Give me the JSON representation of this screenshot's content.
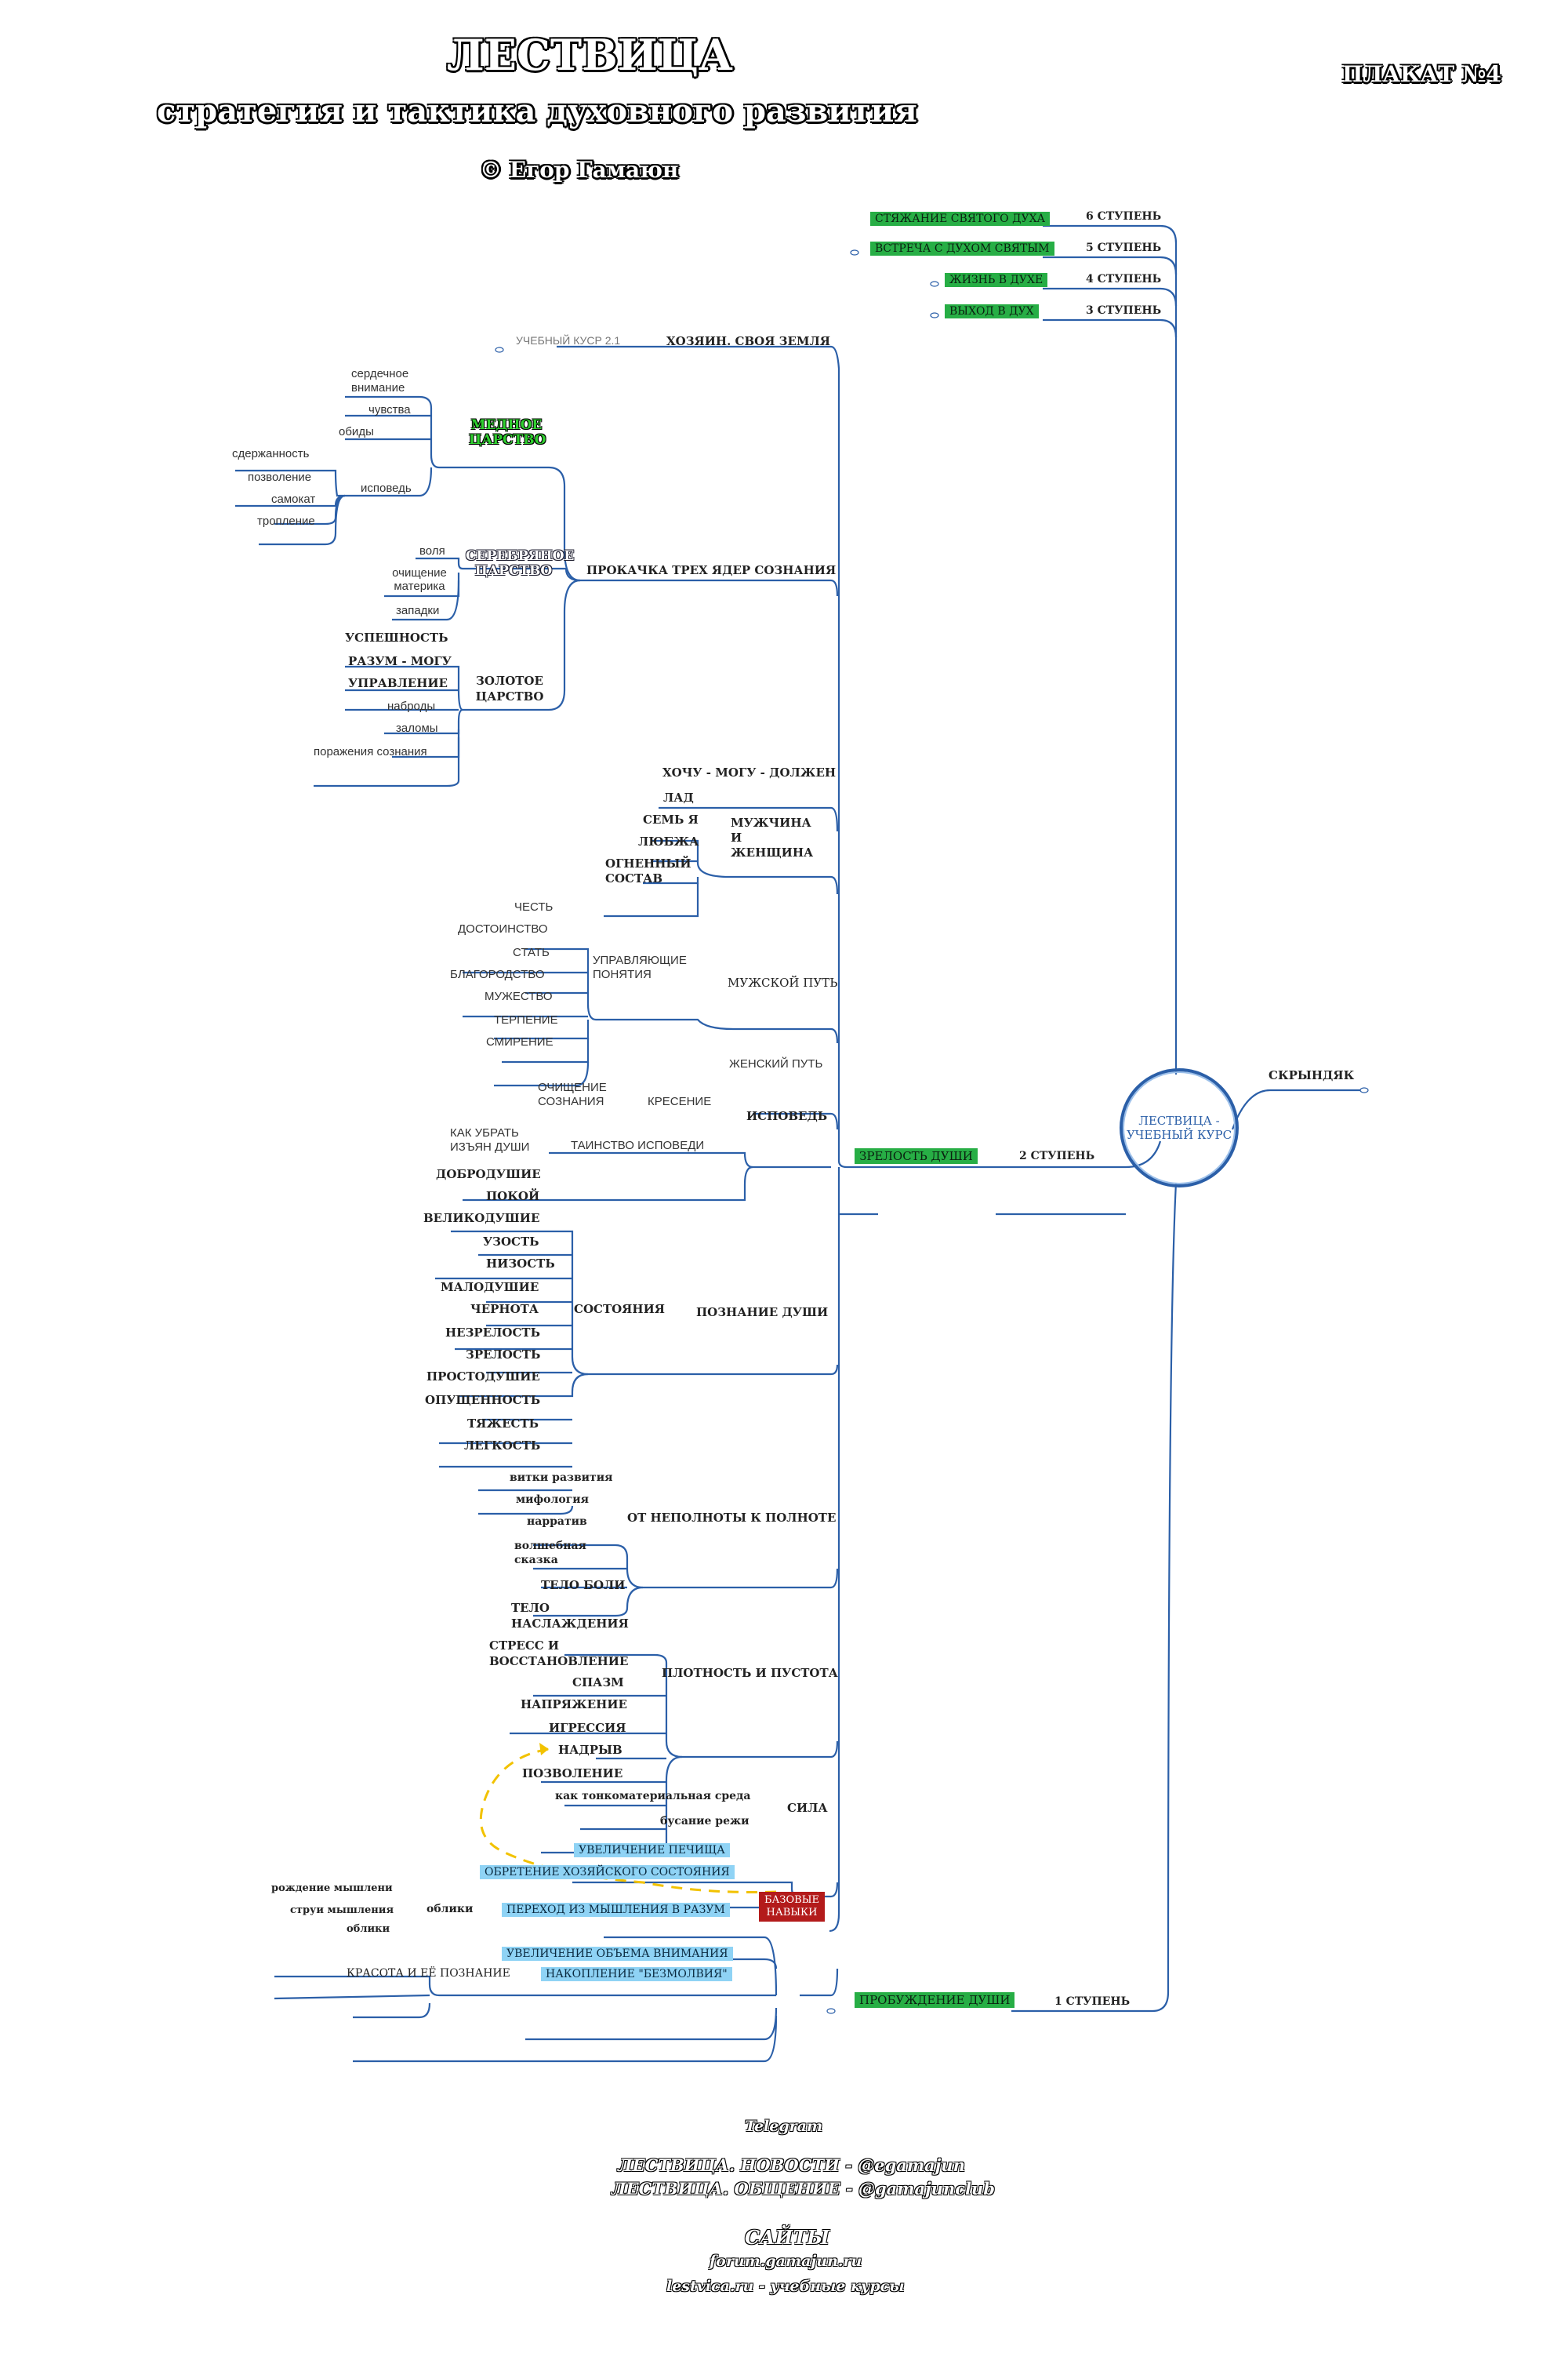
{
  "header": {
    "title": "ЛЕСТВИЦА",
    "subtitle": "стратегия и тактика духовного развития",
    "author": "© Егор Гамаюн",
    "poster_number": "ПЛАКАТ №4"
  },
  "center_node": "ЛЕСТВИЦА - УЧЕБНЫЙ КУРС",
  "right_branch": "СКРЫНДЯК",
  "steps": {
    "step6": {
      "label": "6 СТУПЕНЬ",
      "item": "СТЯЖАНИЕ СВЯТОГО ДУХА"
    },
    "step5": {
      "label": "5 СТУПЕНЬ",
      "item": "ВСТРЕЧА С ДУХОМ СВЯТЫМ"
    },
    "step4": {
      "label": "4 СТУПЕНЬ",
      "item": "ЖИЗНЬ В ДУХЕ"
    },
    "step3": {
      "label": "3 СТУПЕНЬ",
      "item": "ВЫХОД В ДУХ"
    },
    "step2": {
      "label": "2 СТУПЕНЬ",
      "item": "ЗРЕЛОСТЬ ДУШИ"
    },
    "step1": {
      "label": "1 СТУПЕНЬ",
      "item": "ПРОБУЖДЕНИЕ ДУШИ"
    }
  },
  "branches": {
    "master": {
      "label": "ХОЗЯИН. СВОЯ ЗЕМЛЯ",
      "link": "УЧЕБНЫЙ КУСР 2.1"
    },
    "cores": {
      "label": "ПРОКАЧКА ТРЕХ ЯДЕР СОЗНАНИЯ",
      "copper": {
        "label": "МЕДНОЕ ЦАРСТВО",
        "items": [
          "сердечное внимание",
          "чувства",
          "обиды",
          "исповедь"
        ],
        "confession": [
          "сдержанность",
          "позволение",
          "самокат",
          "тропление"
        ]
      },
      "silver": {
        "label": "СЕРЕБРЯНОЕ ЦАРСТВО",
        "items": [
          "воля",
          "очищение материка",
          "западки"
        ]
      },
      "gold": {
        "label": "ЗОЛОТОЕ ЦАРСТВО",
        "items": [
          "УСПЕШНОСТЬ",
          "РАЗУМ - МОГУ",
          "УПРАВЛЕНИЕ",
          "наброды",
          "заломы",
          "поражения сознания"
        ]
      }
    },
    "want": "ХОЧУ - МОГУ - ДОЛЖЕН",
    "manwoman": {
      "label": "МУЖЧИНА И ЖЕНЩИНА",
      "items": [
        "ЛАД",
        "СЕМЬ Я",
        "ЛЮБЖА",
        "ОГНЕННЫЙ СОСТАВ"
      ]
    },
    "malepath": {
      "label": "МУЖСКОЙ ПУТЬ",
      "sub": "УПРАВЛЯЮЩИЕ ПОНЯТИЯ",
      "items": [
        "ЧЕСТЬ",
        "ДОСТОИНСТВО",
        "СТАТЬ",
        "БЛАГОРОДСТВО",
        "МУЖЕСТВО",
        "ТЕРПЕНИЕ",
        "СМИРЕНИЕ"
      ]
    },
    "femalepath": "ЖЕНСКИЙ ПУТЬ",
    "confession": {
      "label": "ИСПОВЕДЬ",
      "kreseniye": "КРЕСЕНИЕ",
      "kreseniye_sub": "ОЧИЩЕНИЕ СОЗНАНИЯ",
      "sacrament": "ТАИНСТВО ИСПОВЕДИ",
      "sacrament_sub": "КАК УБРАТЬ ИЗЪЯН ДУШИ"
    },
    "soul": {
      "label": "ПОЗНАНИЕ ДУШИ",
      "sub": "СОСТОЯНИЯ",
      "items": [
        "ДОБРОДУШИЕ",
        "ПОКОЙ",
        "ВЕЛИКОДУШИЕ",
        "УЗОСТЬ",
        "НИЗОСТЬ",
        "МАЛОДУШИЕ",
        "ЧЕРНОТА",
        "НЕЗРЕЛОСТЬ",
        "ЗРЕЛОСТЬ",
        "ПРОСТОДУШИЕ",
        "ОПУЩЕННОСТЬ",
        "ТЯЖЕСТЬ",
        "ЛЕГКОСТЬ"
      ]
    },
    "fullness": {
      "label": "ОТ НЕПОЛНОТЫ К ПОЛНОТЕ",
      "items": [
        "витки развития",
        "мифология",
        "нарратив",
        "волшебная сказка"
      ]
    },
    "density": {
      "label": "ПЛОТНОСТЬ И ПУСТОТА",
      "items": [
        "ТЕЛО БОЛИ",
        "ТЕЛО НАСЛАЖДЕНИЯ",
        "СТРЕСС И ВОССТАНОВЛЕНИЕ",
        "СПАЗМ",
        "НАПРЯЖЕНИЕ",
        "ИГРЕССИЯ",
        "НАДРЫВ",
        "ПОЗВОЛЕНИЕ"
      ]
    },
    "power": {
      "label": "СИЛА",
      "items": [
        "как тонкоматериальная среда",
        "бусание режи"
      ]
    },
    "basic": {
      "label": "БАЗОВЫЕ НАВЫКИ",
      "items": [
        "УВЕЛИЧЕНИЕ ПЕЧИЩА",
        "ОБРЕТЕНИЕ ХОЗЯЙСКОГО СОСТОЯНИЯ",
        "ПЕРЕХОД ИЗ МЫШЛЕНИЯ В РАЗУМ",
        "УВЕЛИЧЕНИЕ ОБЪЕМА ВНИМАНИЯ",
        "НАКОПЛЕНИЕ \"БЕЗМОЛВИЯ\""
      ],
      "images": {
        "label": "облики",
        "items": [
          "рождение мышлени",
          "струи мышления",
          "облики"
        ]
      },
      "beauty": "КРАСОТА И ЕЁ ПОЗНАНИЕ"
    }
  },
  "footer": {
    "telegram": "Telegram",
    "news": "ЛЕСТВИЦА. НОВОСТИ - @egamajun",
    "chat": "ЛЕСТВИЦА. ОБЩЕНИЕ - @gamajunclub",
    "sites": "САЙТЫ",
    "forum": "forum.gamajun.ru",
    "lestvica": "lestvica.ru - учебные курсы"
  },
  "colors": {
    "line": "#2b5fa8",
    "green": "#27ae45",
    "blue": "#8fd3f5",
    "red": "#b31b1b",
    "dash": "#f2c200"
  }
}
